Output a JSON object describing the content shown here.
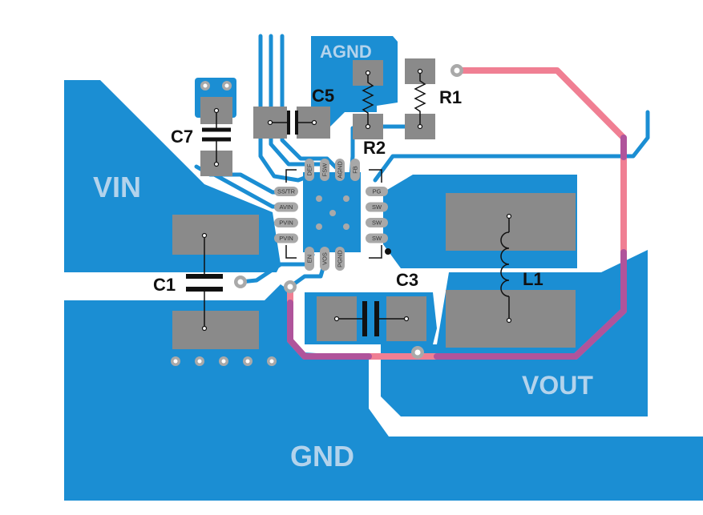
{
  "colors": {
    "copper": "#1b8ed3",
    "pad": "#8a8a8a",
    "pin": "#a8a8a8",
    "via_ring": "#a9a9a9",
    "bottom_trace": "#f07f93",
    "bottom_trace_on_copper": "#b0549b",
    "silkscreen": "#111111",
    "zone_text": "#b3d3ec",
    "background": "#ffffff"
  },
  "zones": {
    "vin": "VIN",
    "gnd": "GND",
    "vout": "VOUT",
    "agnd": "AGND"
  },
  "components": {
    "c1": "C1",
    "c3": "C3",
    "c5": "C5",
    "c7": "C7",
    "r1": "R1",
    "r2": "R2",
    "l1": "L1"
  },
  "ic_pins": {
    "top": [
      "DEF",
      "FSW",
      "AGND",
      "FB"
    ],
    "left": [
      "SS/TR",
      "AVIN",
      "PVIN",
      "PVIN"
    ],
    "right": [
      "PG",
      "SW",
      "SW",
      "SW"
    ],
    "bottom": [
      "EN",
      "VOS",
      "PGND"
    ]
  }
}
